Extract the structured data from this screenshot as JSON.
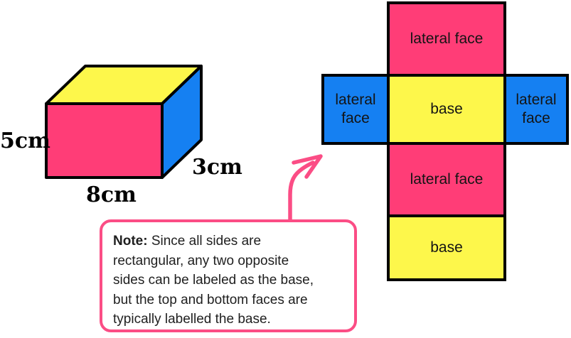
{
  "cuboid": {
    "height_label": "5cm",
    "width_label": "8cm",
    "depth_label": "3cm"
  },
  "net": {
    "top_face": "lateral face",
    "left_face": "lateral face",
    "center_face": "base",
    "right_face": "lateral face",
    "lower_mid_face": "lateral face",
    "bottom_face": "base"
  },
  "note": {
    "label": "Note:",
    "line1_rest": " Since all sides are",
    "lines": [
      "rectangular, any two opposite",
      "sides can be labeled as the base,",
      "but the top and bottom faces are",
      "typically labelled the base."
    ]
  },
  "colors": {
    "face_pink": "#FF3D77",
    "face_yellow": "#FDF74B",
    "face_blue": "#1580F2",
    "outline_black": "#000000",
    "note_pink": "#FB4D85"
  }
}
